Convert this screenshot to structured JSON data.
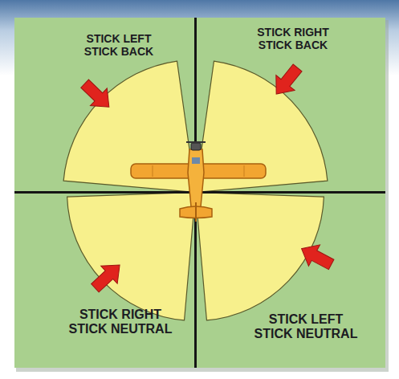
{
  "diagram": {
    "nodes": [
      {
        "text": [
          "STICK LEFT STICK BACK"
        ]
      },
      {
        "text": [
          "STICK RIGHT STICK BACK"
        ]
      },
      {
        "text": [
          "STICK RIGHT STICK NEUTRAL"
        ]
      },
      {
        "text": [
          "STICK LEFT STICK NEUTRAL"
        ]
      }
    ]
  }
}
